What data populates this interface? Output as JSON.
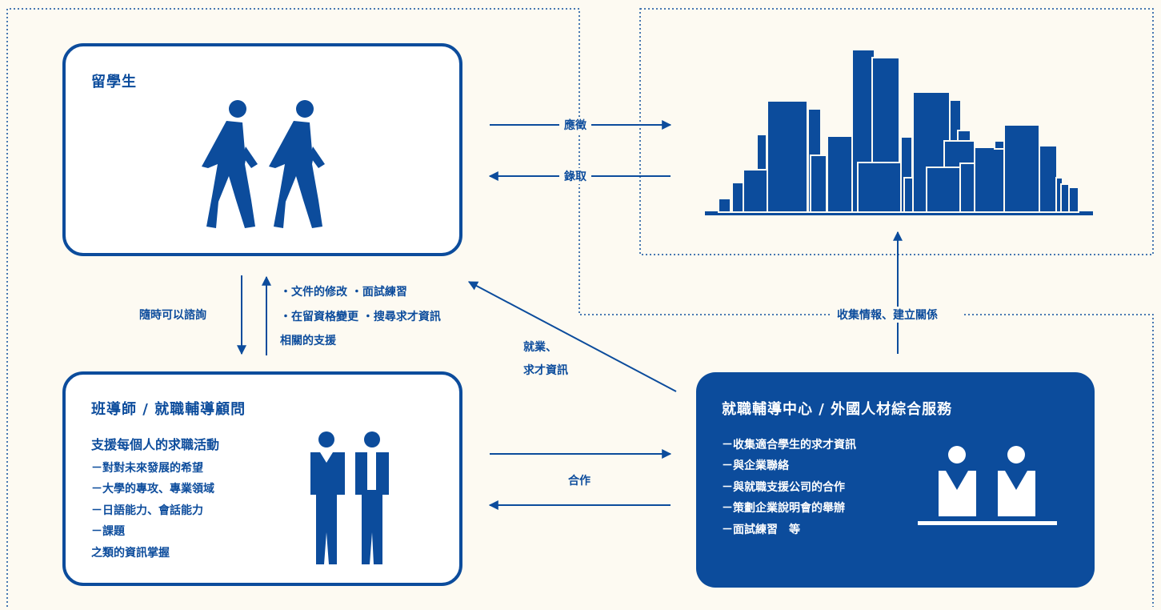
{
  "colors": {
    "primary": "#0c4c9c",
    "background": "#fdfaf2",
    "inverse": "#ffffff"
  },
  "student_box": {
    "title": "留學生"
  },
  "arrows": {
    "apply": "應徵",
    "hire": "錄取",
    "consult": "隨時可以諮詢",
    "job_info": [
      "就業、",
      "求才資訊"
    ],
    "cooperation": "合作",
    "gather": "收集情報、建立關係"
  },
  "support_list": [
    "・文件的修改 ・面試練習",
    "・在留資格變更 ・搜尋求才資訊",
    "相關的支援"
  ],
  "teacher_box": {
    "title": "班導師 / 就職輔導顧問",
    "subtitle": "支援每個人的求職活動",
    "items": [
      "－對對未來發展的希望",
      "－大學的專攻、專業領域",
      "－日語能力、會話能力",
      "－課題",
      "之類的資訊掌握"
    ]
  },
  "center_box": {
    "title": "就職輔導中心 / 外國人材綜合服務",
    "items": [
      "－收集適合學生的求才資訊",
      "－與企業聯絡",
      "－與就職支援公司的合作",
      "－策劃企業說明會的舉辦",
      "－面試練習　等"
    ]
  },
  "icons": [
    "walking-people-icon",
    "city-skyline-icon",
    "teachers-icon",
    "consultation-desk-icon"
  ]
}
